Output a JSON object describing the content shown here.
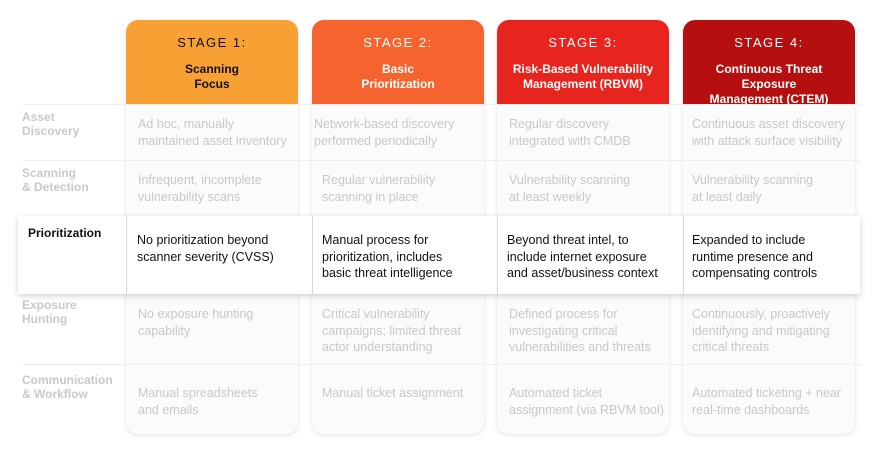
{
  "colors": {
    "stage1": "#F7A135",
    "stage2": "#F5642F",
    "stage3": "#E8241F",
    "stage4": "#B5100F"
  },
  "stages": [
    {
      "label": "STAGE 1:",
      "title_line1": "Scanning",
      "title_line2": "Focus"
    },
    {
      "label": "STAGE 2:",
      "title_line1": "Basic",
      "title_line2": "Prioritization"
    },
    {
      "label": "STAGE 3:",
      "title_line1": "Risk-Based Vulnerability",
      "title_line2": "Management (RBVM)"
    },
    {
      "label": "STAGE 4:",
      "title_line1": "Continuous Threat Exposure",
      "title_line2": "Management (CTEM)"
    }
  ],
  "rows": {
    "asset_discovery": {
      "label_line1": "Asset",
      "label_line2": "Discovery",
      "cells": [
        [
          "Ad hoc, manually",
          "maintained asset inventory"
        ],
        [
          "Network-based discovery",
          "performed periodically"
        ],
        [
          "Regular discovery",
          "integrated with CMDB"
        ],
        [
          "Continuous asset discovery",
          "with attack surface visibility"
        ]
      ]
    },
    "scanning": {
      "label_line1": "Scanning",
      "label_line2": "& Detection",
      "cells": [
        [
          "Infrequent, incomplete",
          "vulnerability scans"
        ],
        [
          "Regular vulnerability",
          "scanning in place"
        ],
        [
          "Vulnerability scanning",
          "at least weekly"
        ],
        [
          "Vulnerability scanning",
          "at least daily"
        ]
      ]
    },
    "prioritization": {
      "label": "Prioritization",
      "cells": [
        [
          "No prioritization beyond",
          "scanner severity (CVSS)",
          ""
        ],
        [
          "Manual process for",
          "prioritization, includes",
          "basic threat intelligence"
        ],
        [
          "Beyond threat intel, to",
          "include internet exposure",
          "and asset/business context"
        ],
        [
          "Expanded to include",
          "runtime presence and",
          "compensating controls"
        ]
      ]
    },
    "exposure_hunting": {
      "label_line1": "Exposure",
      "label_line2": "Hunting",
      "cells": [
        [
          "No exposure hunting",
          "capability",
          ""
        ],
        [
          "Critical vulnerability",
          "campaigns; limited threat",
          "actor understanding"
        ],
        [
          "Defined process for",
          "investigating critical",
          "vulnerabilities and threats"
        ],
        [
          "Continuously, proactively",
          "identifying and mitigating",
          "critical threats"
        ]
      ]
    },
    "communication": {
      "label_line1": "Communication",
      "label_line2": "& Workflow",
      "cells": [
        [
          "Manual spreadsheets",
          "and emails"
        ],
        [
          "Manual ticket assignment",
          ""
        ],
        [
          "Automated ticket",
          "assignment (via RBVM tool)"
        ],
        [
          "Automated ticketing + near",
          "real-time dashboards"
        ]
      ]
    }
  }
}
